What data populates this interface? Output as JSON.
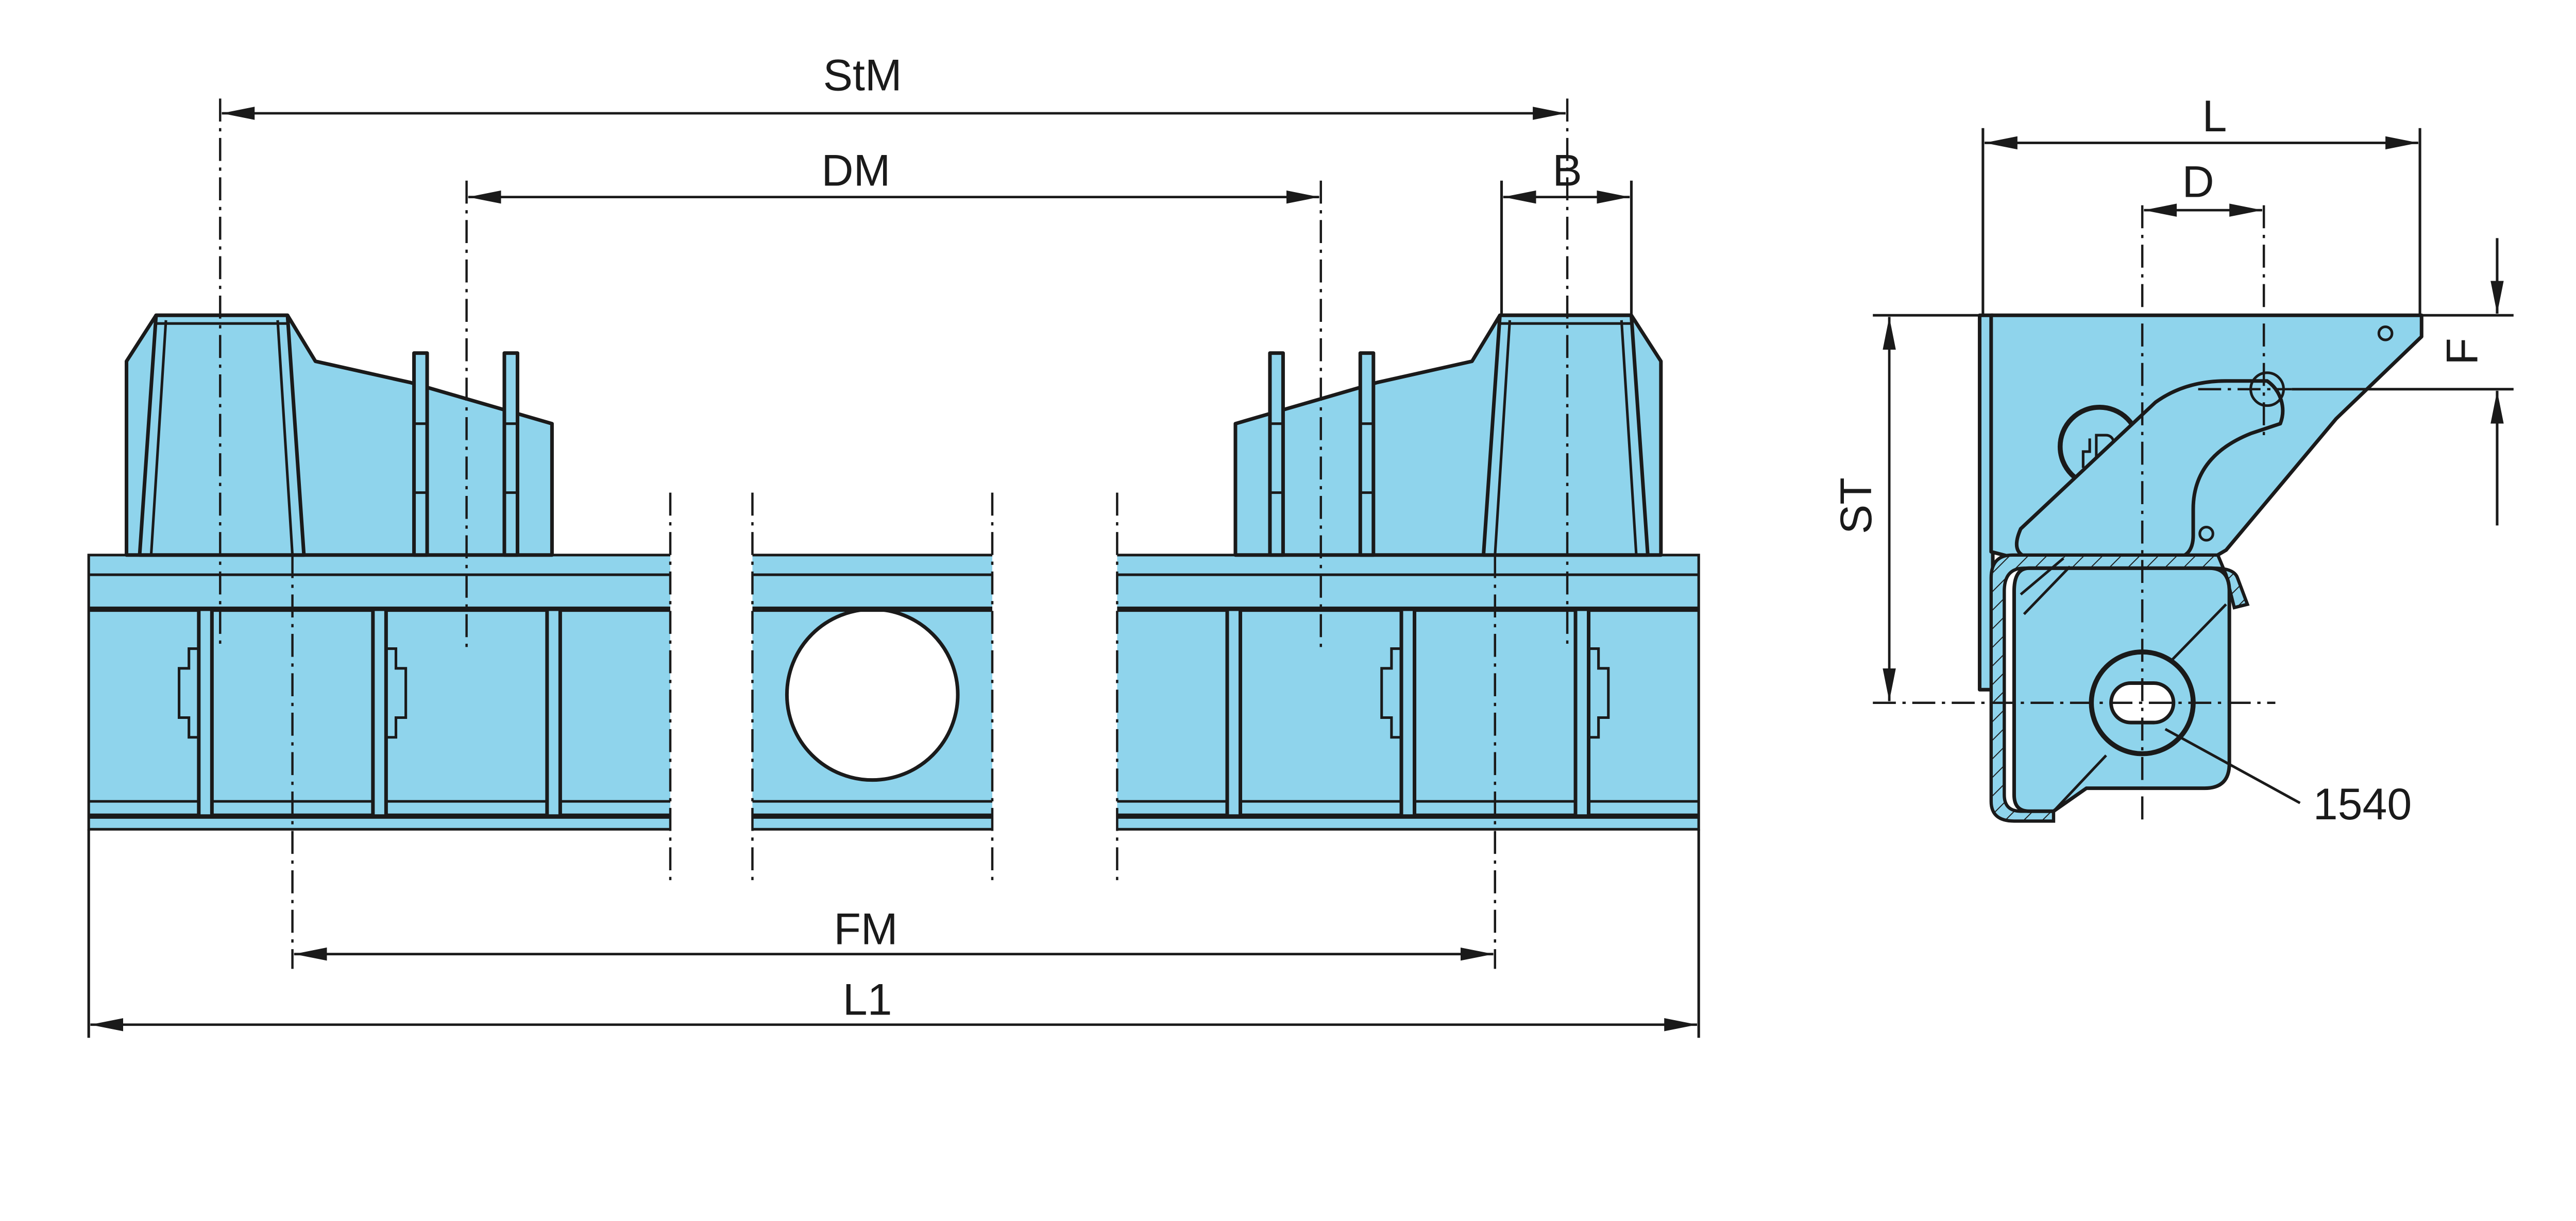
{
  "drawing": {
    "fill_color": "#8fd4ec",
    "line_color": "#1a1a1a",
    "front_view": {
      "dimensions": {
        "stm": "StM",
        "dm": "DM",
        "b": "B",
        "fm": "FM",
        "l1": "L1"
      }
    },
    "side_view": {
      "dimensions": {
        "l": "L",
        "d": "D",
        "f": "F",
        "st": "ST"
      },
      "part_number": "1540"
    }
  }
}
